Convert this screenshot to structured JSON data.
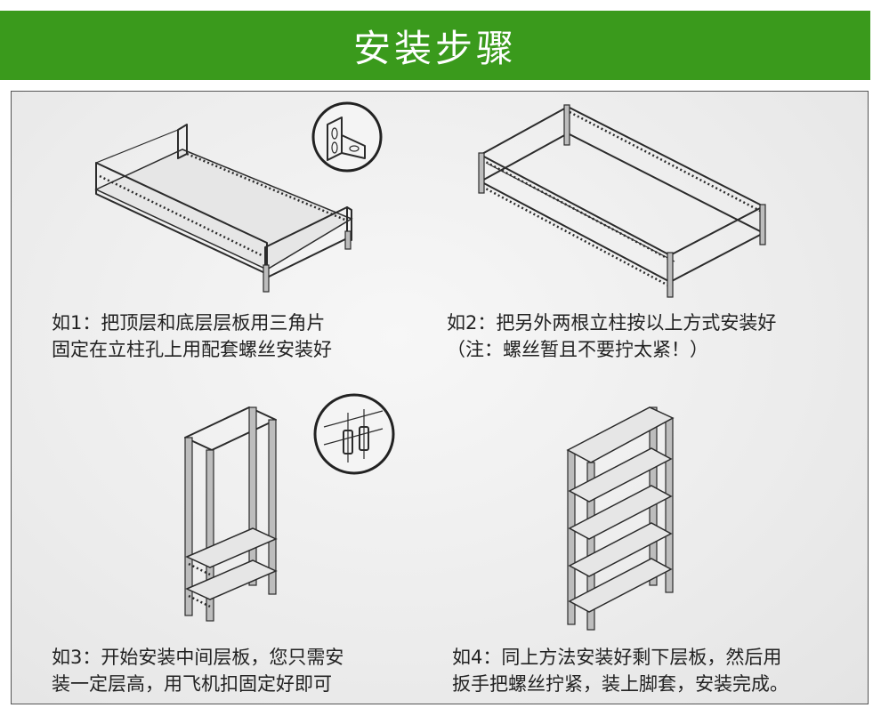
{
  "header": {
    "title": "安装步骤",
    "color": "#3a9a1c"
  },
  "steps": [
    {
      "line1": "如1：把顶层和底层层板用三角片",
      "line2": "固定在立柱孔上用配套螺丝安装好"
    },
    {
      "line1": "如2：把另外两根立柱按以上方式安装好",
      "line2": "（注：螺丝暂且不要拧太紧！）"
    },
    {
      "line1": "如3：开始安装中间层板，您只需安",
      "line2": "装一定层高，用飞机扣固定好即可"
    },
    {
      "line1": "如4：同上方法安装好剩下层板，然后用",
      "line2": "扳手把螺丝拧紧，装上脚套，安装完成。"
    }
  ],
  "icons": [
    "bracket-detail-icon",
    "clip-detail-icon"
  ]
}
